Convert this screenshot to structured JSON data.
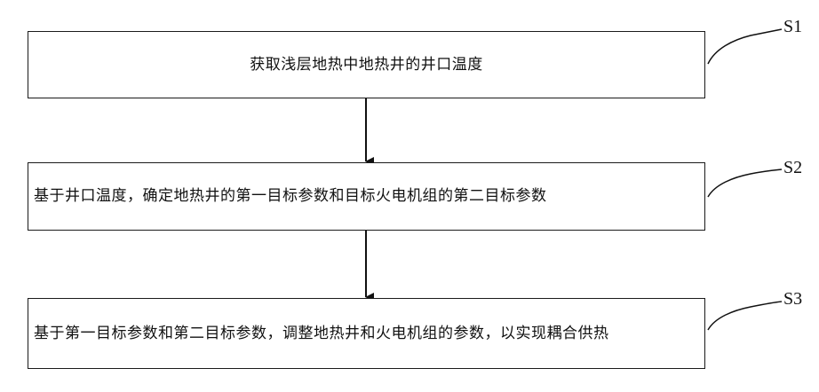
{
  "steps": [
    {
      "id": "S1",
      "text": "获取浅层地热中地热井的井口温度"
    },
    {
      "id": "S2",
      "text": "基于井口温度，确定地热井的第一目标参数和目标火电机组的第二目标参数"
    },
    {
      "id": "S3",
      "text": "基于第一目标参数和第二目标参数，调整地热井和火电机组的参数，以实现耦合供热"
    }
  ]
}
